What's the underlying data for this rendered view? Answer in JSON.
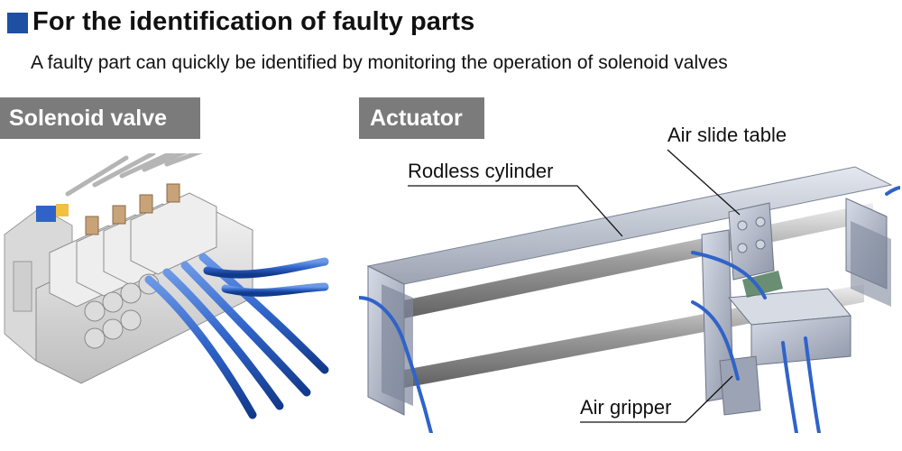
{
  "header": {
    "title": "For the identification of faulty parts",
    "subtitle": "A faulty part can quickly be identified by monitoring the operation of solenoid valves"
  },
  "sections": {
    "solenoid": {
      "label": "Solenoid valve"
    },
    "actuator": {
      "label": "Actuator"
    }
  },
  "callouts": {
    "air_slide_table": "Air slide table",
    "rodless_cylinder": "Rodless cylinder",
    "air_gripper": "Air gripper"
  },
  "colors": {
    "accent": "#1e4fa2",
    "tag_background": "#7b7b7b",
    "tubing": "#2f63c9"
  }
}
